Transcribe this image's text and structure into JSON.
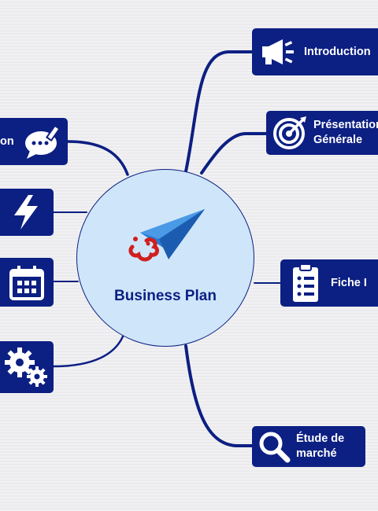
{
  "center": {
    "title": "Business Plan",
    "icon": "paper-plane-icon",
    "border_color": "#0c1f82",
    "fill_color": "#cfe6fa"
  },
  "colors": {
    "node_bg": "#0c1f82",
    "accent_red": "#d01f1f",
    "link": "#0c1f82"
  },
  "nodes": {
    "introduction": {
      "label": "Introduction",
      "icon": "megaphone-icon"
    },
    "presentation": {
      "line1": "Présentation",
      "line2": "Générale",
      "icon": "target-icon"
    },
    "fiche": {
      "label": "Fiche I",
      "icon": "clipboard-list-icon"
    },
    "etude": {
      "line1": "Étude de",
      "line2": "marché",
      "icon": "magnifier-icon"
    },
    "communication": {
      "label": "on",
      "icon": "chat-bubble-pen-icon"
    },
    "lightning": {
      "icon": "lightning-icon"
    },
    "calendar": {
      "icon": "calendar-icon"
    },
    "gears": {
      "icon": "gears-icon"
    }
  }
}
